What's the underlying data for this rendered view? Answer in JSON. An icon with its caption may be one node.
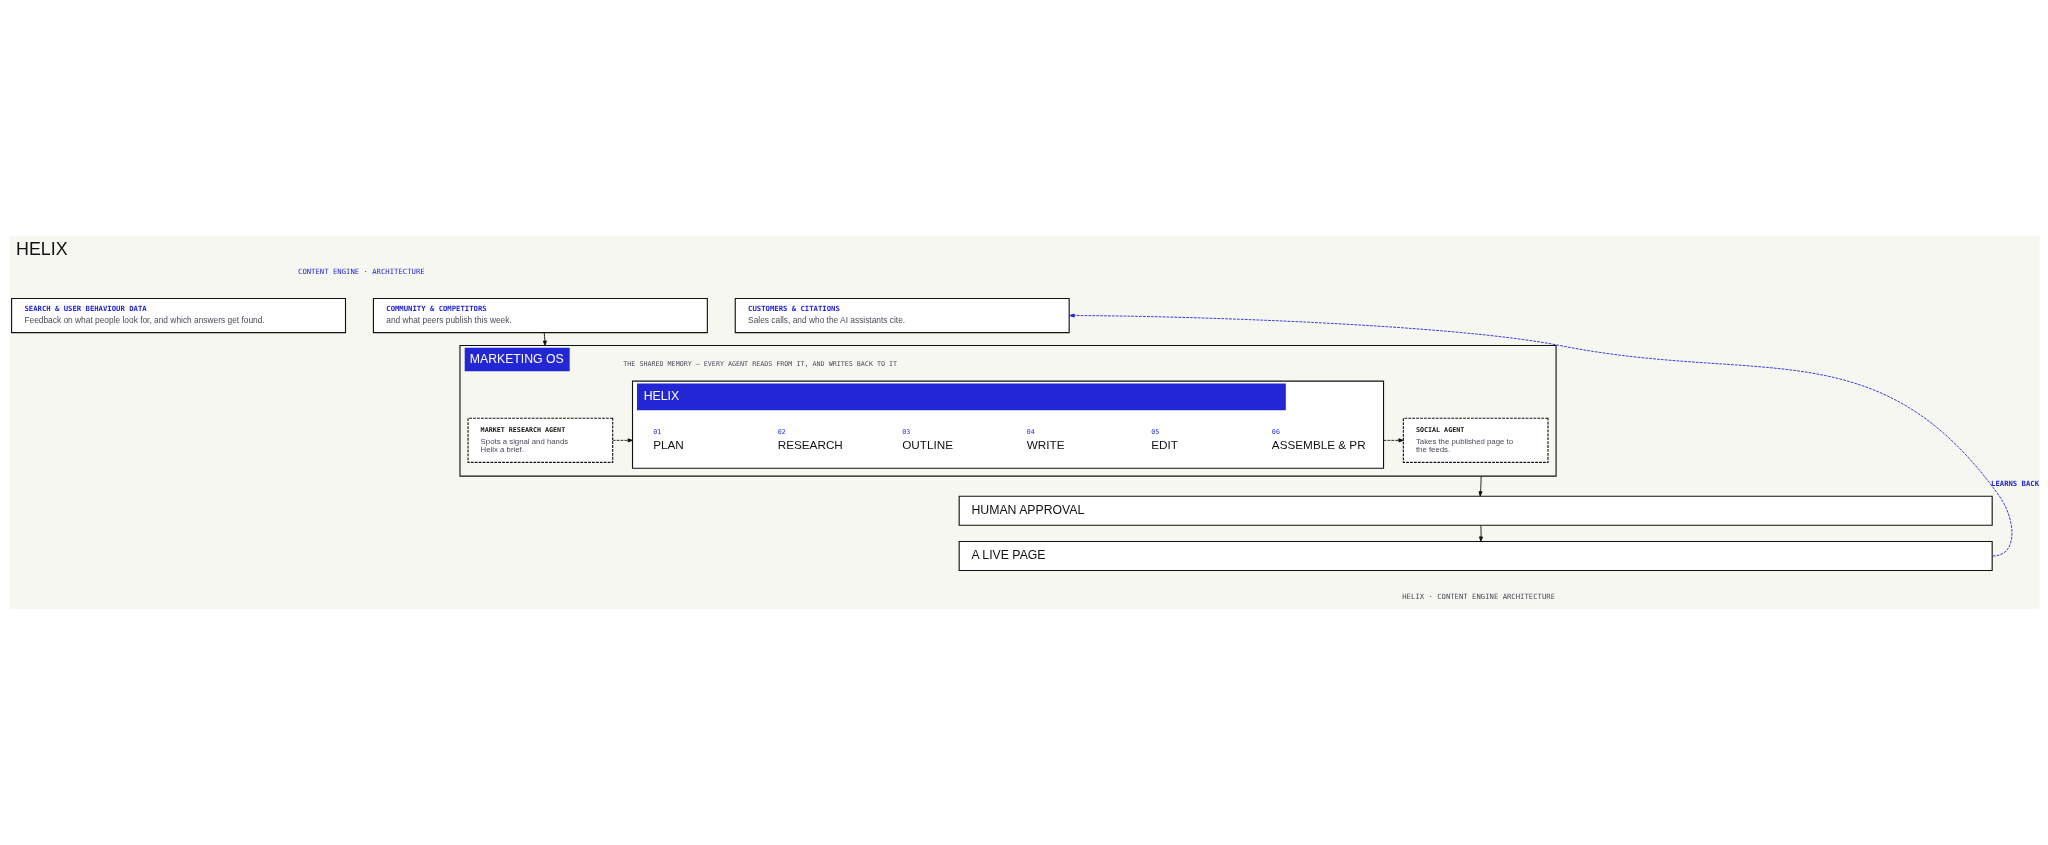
{
  "diagram": {
    "title": "HELIX",
    "nodes": [
      {
        "text": [
          "SEARCH & USER BEHAVIOUR DATA",
          "Feedback on what people look for, and which answers get found."
        ]
      },
      {
        "text": [
          "COMMUNITY & COMPETITORS",
          "and what peers publish this week."
        ]
      },
      {
        "text": [
          "CUSTOMERS & CITATIONS",
          "Sales calls, and who the AI assistants cite."
        ]
      },
      {
        "text": [
          "MARKETING OS",
          "THE SHARED MEMORY — EVERY AGENT READS FROM IT, AND WRITES BACK TO IT"
        ]
      },
      {
        "text": [
          "MARKET RESEARCH AGENT",
          "Spots a signal and hands Helix a brief."
        ],
        "in": 3
      },
      {
        "text": [
          "HELIX"
        ],
        "in": 3
      },
      {
        "text": [
          "01",
          "PLAN"
        ],
        "in": 5
      },
      {
        "text": [
          "02",
          "RESEARCH"
        ],
        "in": 5
      },
      {
        "text": [
          "03",
          "OUTLINE"
        ],
        "in": 5
      },
      {
        "text": [
          "04",
          "WRITE"
        ],
        "in": 5
      },
      {
        "text": [
          "05",
          "EDIT"
        ],
        "in": 5
      },
      {
        "text": [
          "06",
          "ASSEMBLE & PR"
        ],
        "in": 5
      },
      {
        "text": [
          "SOCIAL AGENT",
          "Takes the published page to the feeds."
        ],
        "in": 3
      },
      {
        "text": [
          "HUMAN APPROVAL"
        ]
      },
      {
        "text": [
          "A LIVE PAGE"
        ]
      }
    ],
    "edges": [
      {
        "from": 1,
        "to": 3,
        "arrow": "to"
      },
      {
        "from": 4,
        "to": 5,
        "arrow": "to",
        "style": "dashed"
      },
      {
        "from": 5,
        "to": 12,
        "arrow": "to",
        "style": "dashed"
      },
      {
        "from": 3,
        "to": 13,
        "arrow": "to"
      },
      {
        "from": 13,
        "to": 14,
        "arrow": "to"
      },
      {
        "from": 14,
        "to": 2,
        "arrow": "to",
        "style": "dashed",
        "color": "#2326d4",
        "label": "LEARNS BACK"
      }
    ],
    "labels": [
      "CONTENT ENGINE · ARCHITECTURE",
      "HELIX · CONTENT ENGINE ARCHITECTURE"
    ]
  }
}
